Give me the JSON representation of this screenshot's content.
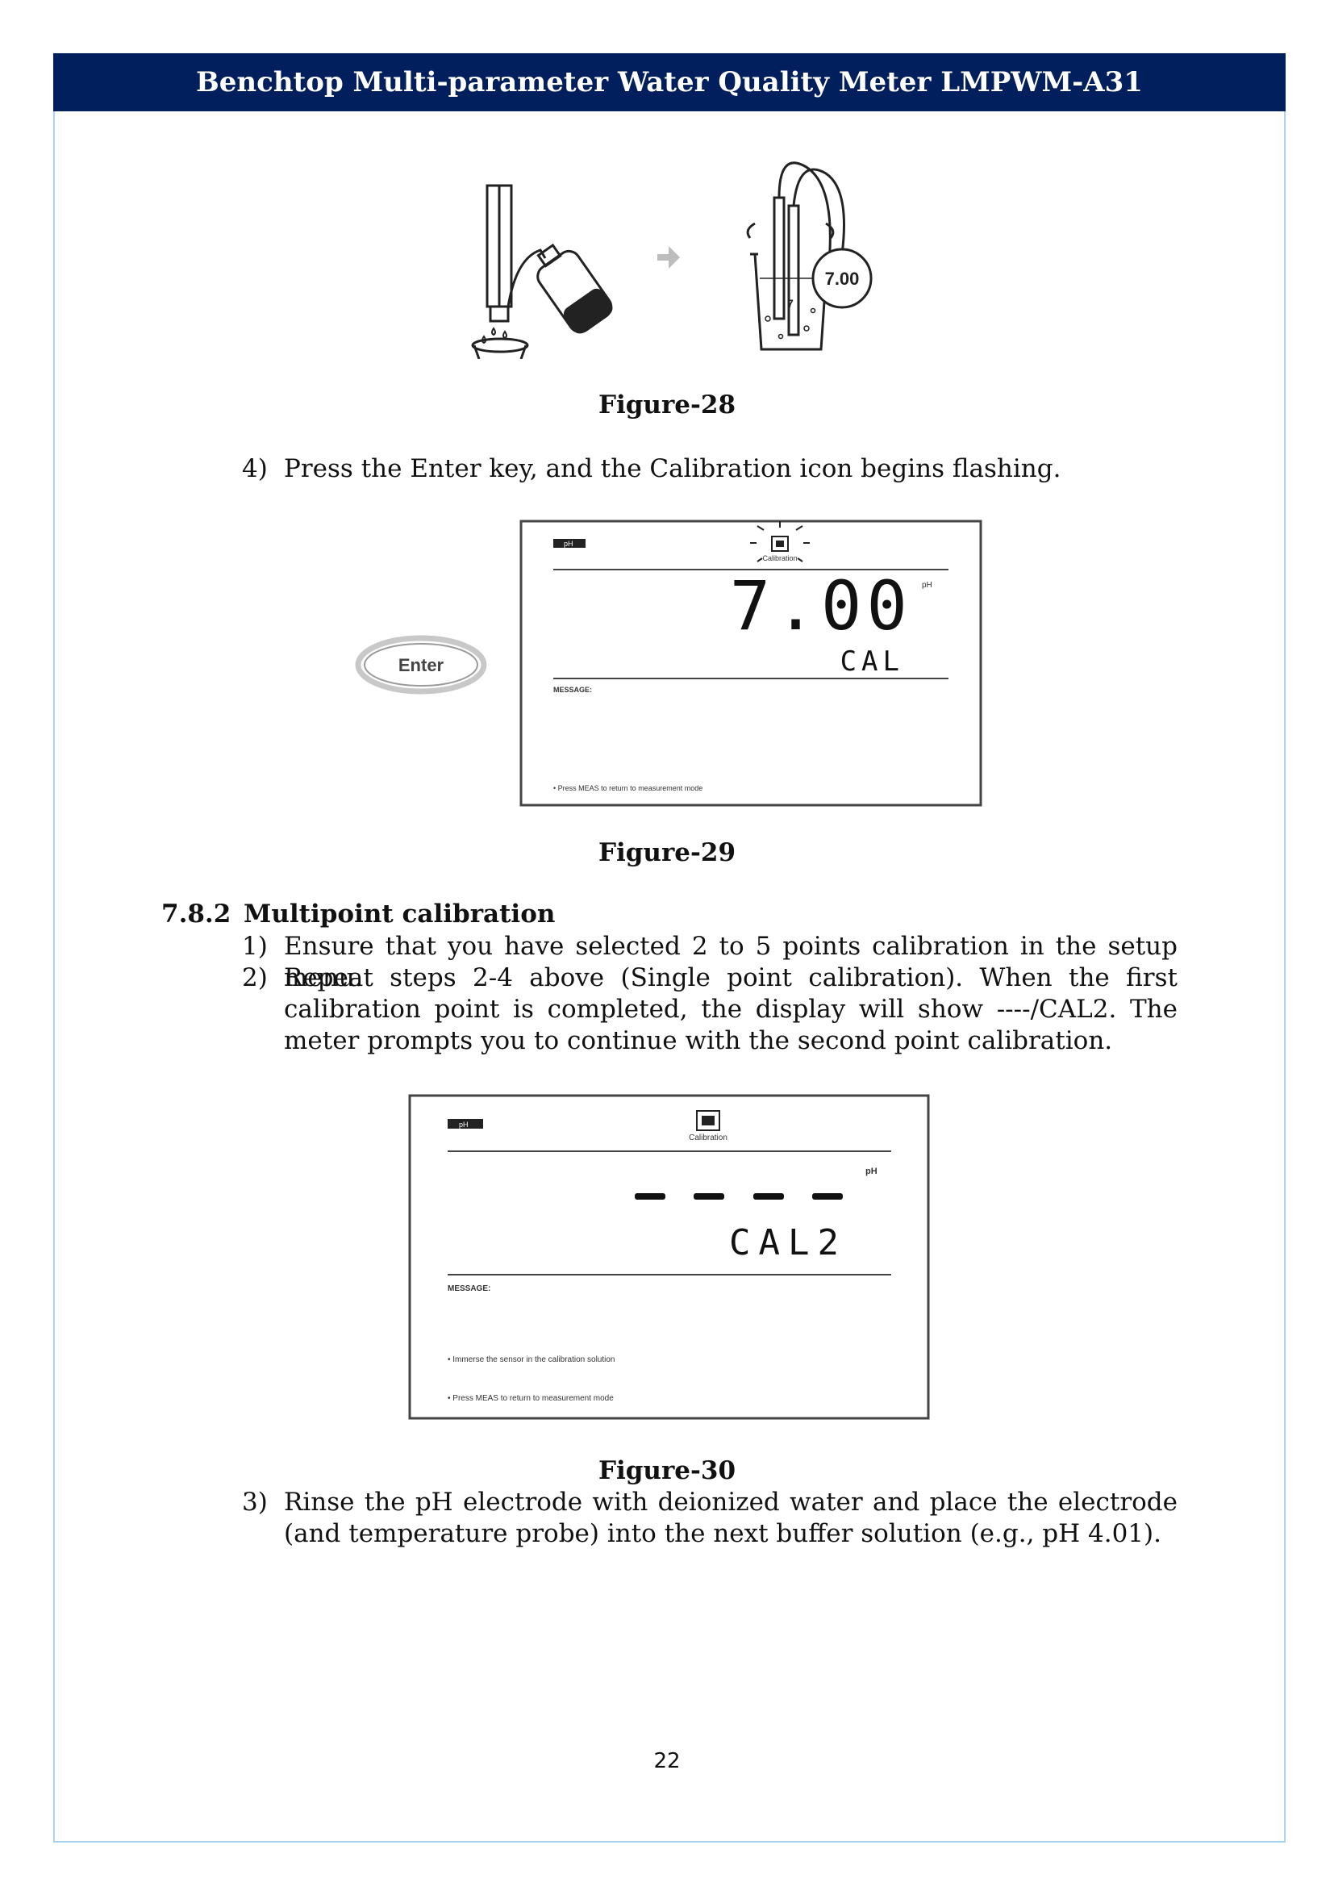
{
  "header": {
    "title": "Benchtop Multi-parameter Water Quality Meter LMPWM-A31"
  },
  "figure28": {
    "caption": "Figure-28",
    "bubble_value": "7.00",
    "beaker_label": "7"
  },
  "step4": {
    "number": "4)",
    "text": "Press the Enter key, and the Calibration icon begins flashing."
  },
  "figure29": {
    "caption": "Figure-29",
    "enter_label": "Enter",
    "badge": "pH",
    "icon_label": "Calibration",
    "unit": "pH",
    "reading": "7.00",
    "sub_reading": "CAL",
    "message_label": "MESSAGE:",
    "notes": [
      "• Press MEAS to return to measurement mode"
    ]
  },
  "section": {
    "number": "7.8.2",
    "title": "Multipoint calibration"
  },
  "steps": [
    {
      "number": "1)",
      "text": "Ensure that you have selected 2 to 5 points calibration in the setup menu."
    },
    {
      "number": "2)",
      "text": "Repeat steps 2-4 above (Single point calibration). When the first calibration point is completed, the display will show ----/CAL2. The meter prompts you to continue with the second point calibration."
    }
  ],
  "figure30": {
    "caption": "Figure-30",
    "badge": "pH",
    "icon_label": "Calibration",
    "unit": "pH",
    "sub_reading": "CAL2",
    "message_label": "MESSAGE:",
    "notes": [
      "• Immerse the sensor in the calibration solution",
      "• Press MEAS to return to measurement mode"
    ]
  },
  "step3": {
    "number": "3)",
    "text": "Rinse the pH electrode with deionized water and place the electrode (and temperature probe) into the next buffer solution (e.g., pH 4.01)."
  },
  "page_number": "22",
  "colors": {
    "header_bg": "#001f5c",
    "frame_border": "#a9d3ee"
  }
}
